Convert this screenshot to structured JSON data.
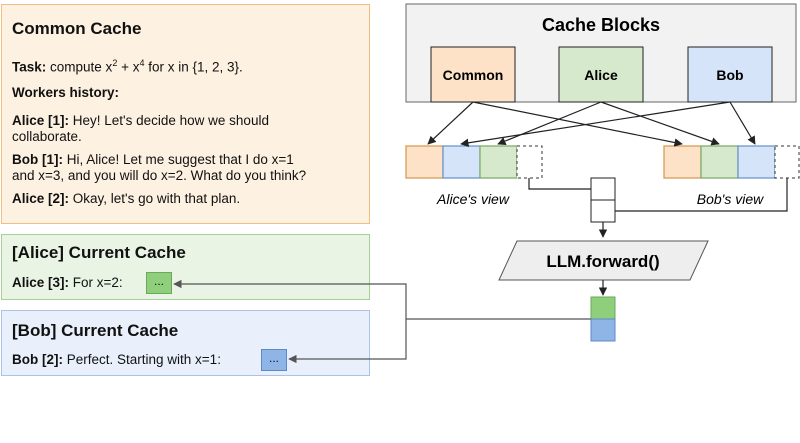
{
  "common_cache": {
    "title": "Common Cache",
    "task_label": "Task:",
    "task_pre": "compute x",
    "task_exp1": "2",
    "task_mid": " + x",
    "task_exp2": "4",
    "task_post": " for x in {1, 2, 3}.",
    "history_label": "Workers history:",
    "messages": [
      {
        "speaker": "Alice [1]:",
        "lines": [
          " Hey! Let's decide how we should",
          "collaborate."
        ]
      },
      {
        "speaker": "Bob [1]:",
        "lines": [
          " Hi, Alice! Let me suggest that I do x=1",
          "and x=3, and you will do x=2. What do you think?"
        ]
      },
      {
        "speaker": "Alice [2]:",
        "lines": [
          " Okay, let's go with that plan."
        ]
      }
    ]
  },
  "alice_cache": {
    "title": "[Alice] Current Cache",
    "speaker": "Alice [3]:",
    "text": " For x=2:",
    "chip": "..."
  },
  "bob_cache": {
    "title": "[Bob] Current Cache",
    "speaker": "Bob [2]:",
    "text": " Perfect. Starting with x=1:",
    "chip": "..."
  },
  "cache_blocks": {
    "title": "Cache Blocks",
    "blocks": [
      "Common",
      "Alice",
      "Bob"
    ]
  },
  "views": {
    "alice_label": "Alice's view",
    "bob_label": "Bob's view"
  },
  "llm": {
    "label": "LLM.forward()"
  },
  "colors": {
    "common_fill": "#fde2c8",
    "common_border": "#d79b56",
    "alice_fill": "#d6e9cc",
    "alice_border": "#7fae6d",
    "bob_fill": "#d5e4f8",
    "bob_border": "#6f96cf",
    "out_green": "#8fcf7b",
    "out_blue": "#8fb5e6"
  }
}
